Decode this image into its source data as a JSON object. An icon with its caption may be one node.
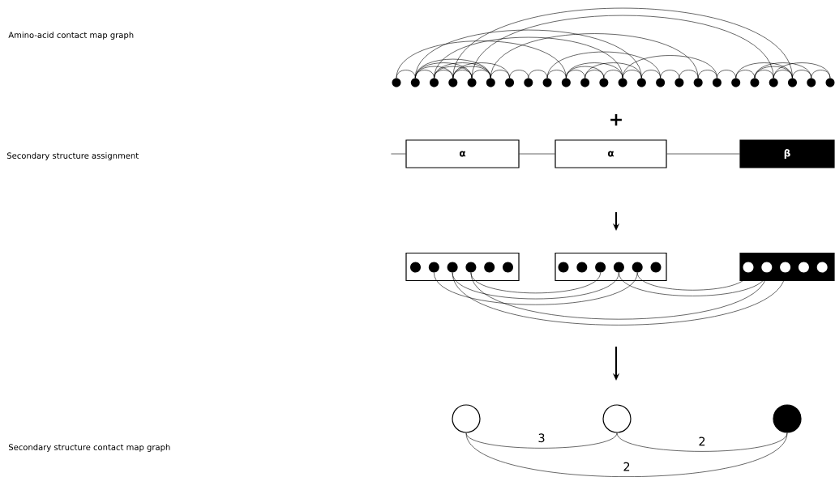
{
  "diagram": {
    "nodes": [
      {
        "text": [],
        "shape": "circle"
      },
      {
        "text": [],
        "shape": "circle"
      },
      {
        "text": [],
        "shape": "circle"
      },
      {
        "text": [],
        "shape": "circle"
      },
      {
        "text": [],
        "shape": "circle"
      },
      {
        "text": [],
        "shape": "circle"
      },
      {
        "text": [],
        "shape": "circle"
      },
      {
        "text": [],
        "shape": "circle"
      },
      {
        "text": [],
        "shape": "circle"
      },
      {
        "text": [],
        "shape": "circle"
      },
      {
        "text": [],
        "shape": "circle"
      },
      {
        "text": [],
        "shape": "circle"
      },
      {
        "text": [],
        "shape": "circle"
      },
      {
        "text": [],
        "shape": "circle"
      },
      {
        "text": [],
        "shape": "circle"
      },
      {
        "text": [],
        "shape": "circle"
      },
      {
        "text": [],
        "shape": "circle"
      },
      {
        "text": [],
        "shape": "circle"
      },
      {
        "text": [],
        "shape": "circle"
      },
      {
        "text": [],
        "shape": "circle"
      },
      {
        "text": [],
        "shape": "circle"
      },
      {
        "text": [],
        "shape": "circle"
      },
      {
        "text": [],
        "shape": "circle"
      },
      {
        "text": [],
        "shape": "circle"
      },
      {
        "text": [
          "α"
        ]
      },
      {
        "text": [
          "α"
        ]
      },
      {
        "text": [
          "β"
        ]
      },
      {
        "text": [],
        "shape": "box"
      },
      {
        "text": [],
        "shape": "box"
      },
      {
        "text": [],
        "shape": "box"
      },
      {
        "text": [],
        "shape": "circle",
        "in": 27
      },
      {
        "text": [],
        "shape": "circle",
        "in": 27
      },
      {
        "text": [],
        "shape": "circle",
        "in": 27
      },
      {
        "text": [],
        "shape": "circle",
        "in": 27
      },
      {
        "text": [],
        "shape": "circle",
        "in": 27
      },
      {
        "text": [],
        "shape": "circle",
        "in": 27
      },
      {
        "text": [],
        "shape": "circle",
        "in": 28
      },
      {
        "text": [],
        "shape": "circle",
        "in": 28
      },
      {
        "text": [],
        "shape": "circle",
        "in": 28
      },
      {
        "text": [],
        "shape": "circle",
        "in": 28
      },
      {
        "text": [],
        "shape": "circle",
        "in": 28
      },
      {
        "text": [],
        "shape": "circle",
        "in": 28
      },
      {
        "text": [],
        "shape": "circle",
        "in": 29
      },
      {
        "text": [],
        "shape": "circle",
        "in": 29
      },
      {
        "text": [],
        "shape": "circle",
        "in": 29
      },
      {
        "text": [],
        "shape": "circle",
        "in": 29
      },
      {
        "text": [],
        "shape": "circle",
        "in": 29
      },
      {
        "text": [],
        "shape": "circle"
      },
      {
        "text": [],
        "shape": "circle"
      },
      {
        "text": [],
        "shape": "circle"
      }
    ],
    "edges": [
      {
        "from": 0,
        "to": 1,
        "arrow": "none"
      },
      {
        "from": 1,
        "to": 2,
        "arrow": "none"
      },
      {
        "from": 2,
        "to": 3,
        "arrow": "none"
      },
      {
        "from": 3,
        "to": 4,
        "arrow": "none"
      },
      {
        "from": 4,
        "to": 5,
        "arrow": "none"
      },
      {
        "from": 5,
        "to": 6,
        "arrow": "none"
      },
      {
        "from": 6,
        "to": 7,
        "arrow": "none"
      },
      {
        "from": 7,
        "to": 8,
        "arrow": "none"
      },
      {
        "from": 8,
        "to": 9,
        "arrow": "none"
      },
      {
        "from": 9,
        "to": 10,
        "arrow": "none"
      },
      {
        "from": 10,
        "to": 11,
        "arrow": "none"
      },
      {
        "from": 11,
        "to": 12,
        "arrow": "none"
      },
      {
        "from": 12,
        "to": 13,
        "arrow": "none"
      },
      {
        "from": 13,
        "to": 14,
        "arrow": "none"
      },
      {
        "from": 14,
        "to": 15,
        "arrow": "none"
      },
      {
        "from": 15,
        "to": 16,
        "arrow": "none"
      },
      {
        "from": 16,
        "to": 17,
        "arrow": "none"
      },
      {
        "from": 17,
        "to": 18,
        "arrow": "none"
      },
      {
        "from": 18,
        "to": 19,
        "arrow": "none"
      },
      {
        "from": 19,
        "to": 20,
        "arrow": "none"
      },
      {
        "from": 20,
        "to": 21,
        "arrow": "none"
      },
      {
        "from": 21,
        "to": 22,
        "arrow": "none"
      },
      {
        "from": 22,
        "to": 23,
        "arrow": "none"
      },
      {
        "from": 1,
        "to": 3,
        "arrow": "none"
      },
      {
        "from": 1,
        "to": 4,
        "arrow": "none"
      },
      {
        "from": 2,
        "to": 4,
        "arrow": "none"
      },
      {
        "from": 2,
        "to": 5,
        "arrow": "none"
      },
      {
        "from": 3,
        "to": 5,
        "arrow": "none"
      },
      {
        "from": 1,
        "to": 5,
        "arrow": "none"
      },
      {
        "from": 3,
        "to": 6,
        "arrow": "none"
      },
      {
        "from": 0,
        "to": 9,
        "arrow": "none"
      },
      {
        "from": 1,
        "to": 13,
        "arrow": "none"
      },
      {
        "from": 3,
        "to": 21,
        "arrow": "none"
      },
      {
        "from": 4,
        "to": 20,
        "arrow": "none"
      },
      {
        "from": 2,
        "to": 12,
        "arrow": "none"
      },
      {
        "from": 5,
        "to": 16,
        "arrow": "none"
      },
      {
        "from": 9,
        "to": 11,
        "arrow": "none"
      },
      {
        "from": 9,
        "to": 12,
        "arrow": "none"
      },
      {
        "from": 10,
        "to": 13,
        "arrow": "none"
      },
      {
        "from": 8,
        "to": 14,
        "arrow": "none"
      },
      {
        "from": 12,
        "to": 17,
        "arrow": "none"
      },
      {
        "from": 19,
        "to": 21,
        "arrow": "none"
      },
      {
        "from": 19,
        "to": 22,
        "arrow": "none"
      },
      {
        "from": 20,
        "to": 23,
        "arrow": "none"
      },
      {
        "from": 18,
        "to": 21,
        "arrow": "none"
      },
      {
        "from": null,
        "to": 24,
        "arrow": "none"
      },
      {
        "from": 24,
        "to": 25,
        "arrow": "none"
      },
      {
        "from": 25,
        "to": 26,
        "arrow": "none"
      },
      {
        "from": 33,
        "to": 38,
        "arrow": "none"
      },
      {
        "from": 32,
        "to": 39,
        "arrow": "none"
      },
      {
        "from": 31,
        "to": 40,
        "arrow": "none"
      },
      {
        "from": 40,
        "to": 42,
        "arrow": "none"
      },
      {
        "from": 39,
        "to": 43,
        "arrow": "none"
      },
      {
        "from": 33,
        "to": 43,
        "arrow": "none"
      },
      {
        "from": 32,
        "to": 44,
        "arrow": "none"
      },
      {
        "from": 47,
        "to": 48,
        "label": "3",
        "arrow": "none"
      },
      {
        "from": 48,
        "to": 49,
        "label": "2",
        "arrow": "none"
      },
      {
        "from": 47,
        "to": 49,
        "label": "2",
        "arrow": "none"
      }
    ],
    "labels": [
      "Amino-acid contact map graph",
      "+",
      "Secondary structure assignment",
      "Secondary structure contact map graph"
    ]
  }
}
